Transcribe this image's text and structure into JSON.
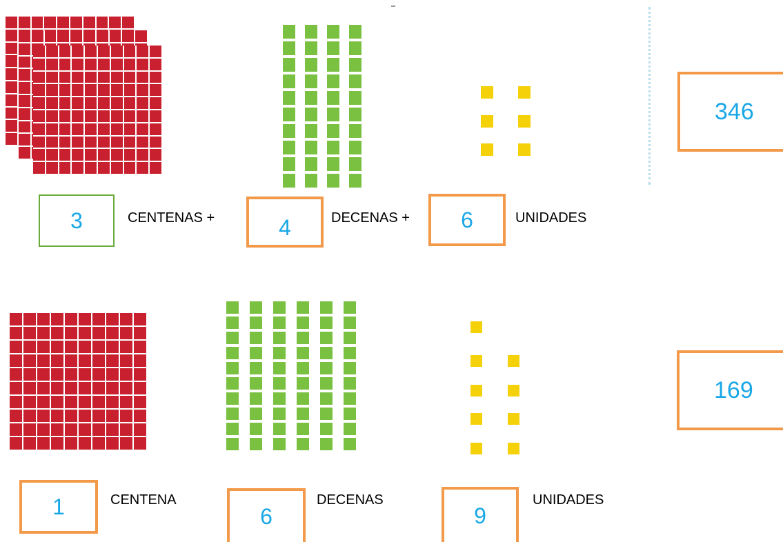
{
  "colors": {
    "hundreds_block": "#c8202e",
    "tens_block": "#7ac142",
    "units_block": "#f5d10a",
    "orange_border": "#f39a4a",
    "green_border": "#6aaa3a",
    "number_text": "#1aa7e6"
  },
  "row1": {
    "hundreds_count": "3",
    "tens_count": "4",
    "units_count": "6",
    "hundreds_label": "CENTENAS  +",
    "tens_label": "DECENAS +",
    "units_label": "UNIDADES",
    "total": "346"
  },
  "row2": {
    "hundreds_count": "1",
    "tens_count": "6",
    "units_count": "9",
    "hundreds_label": "CENTENA",
    "tens_label": "DECENAS",
    "units_label": "UNIDADES",
    "total": "169"
  }
}
